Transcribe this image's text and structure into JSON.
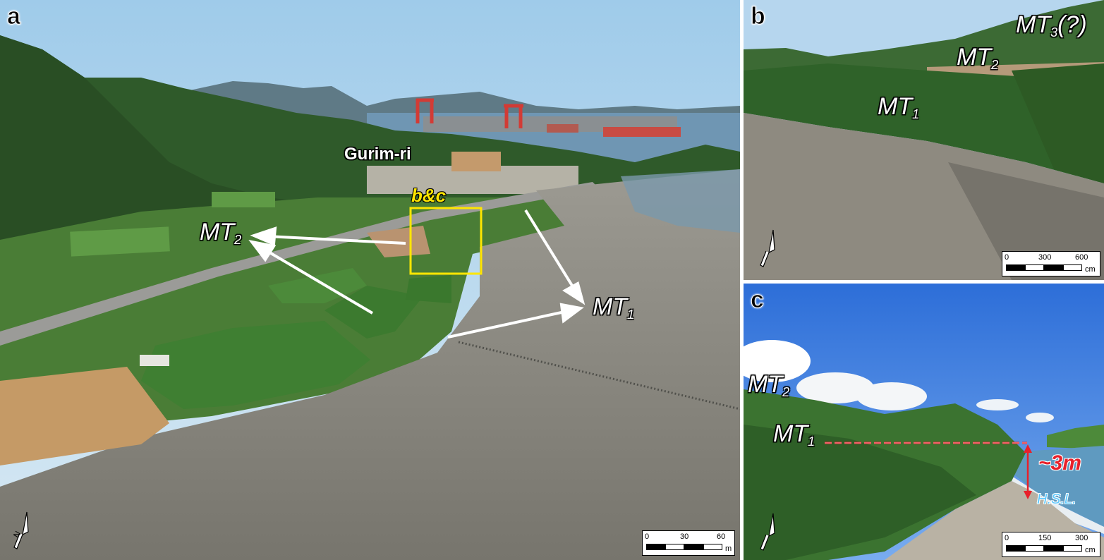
{
  "panels": {
    "a": {
      "label": "a",
      "place_name": "Gurim-ri",
      "box_label": "b&c",
      "terrace_1": {
        "main": "MT",
        "sub": "1"
      },
      "terrace_2": {
        "main": "MT",
        "sub": "2"
      },
      "scale": {
        "ticks": [
          "0",
          "30",
          "60"
        ],
        "unit": "m"
      }
    },
    "b": {
      "label": "b",
      "terrace_1": {
        "main": "MT",
        "sub": "1"
      },
      "terrace_2": {
        "main": "MT",
        "sub": "2"
      },
      "terrace_3": {
        "main": "MT",
        "sub": "3",
        "suffix": "(?)"
      },
      "scale": {
        "ticks": [
          "0",
          "300",
          "600"
        ],
        "unit": "cm"
      }
    },
    "c": {
      "label": "c",
      "terrace_1": {
        "main": "MT",
        "sub": "1"
      },
      "terrace_2": {
        "main": "MT",
        "sub": "2"
      },
      "height": "~3m",
      "sea_level": "H.S.L.",
      "scale": {
        "ticks": [
          "0",
          "150",
          "300"
        ],
        "unit": "cm"
      }
    }
  },
  "colors": {
    "sky": "#a9d3ee",
    "forest": "#2f5a2a",
    "field": "#4f8a3a",
    "tidal_flat": "#8d8c84",
    "sea": "#6f96b3",
    "annotation_yellow": "#ffe600",
    "annotation_red": "#e8202a",
    "hsl_blue": "#5bc8ff"
  }
}
